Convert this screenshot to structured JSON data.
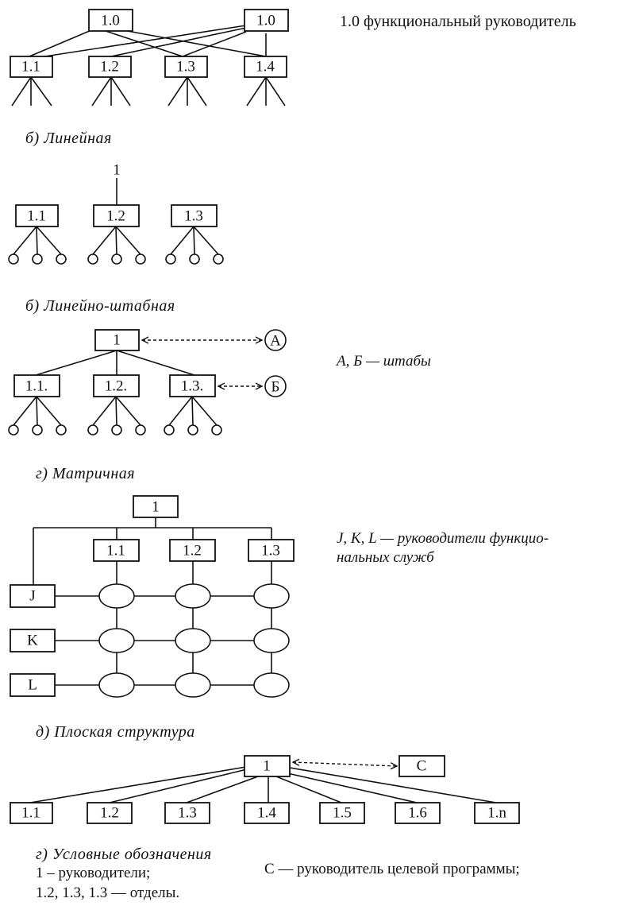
{
  "functional": {
    "top": [
      "1.0",
      "1.0"
    ],
    "bottom": [
      "1.1",
      "1.2",
      "1.3",
      "1.4"
    ],
    "note": "1.0 функциональный руководитель"
  },
  "linear": {
    "caption": "б) Линейная",
    "top": "1",
    "boxes": [
      "1.1",
      "1.2",
      "1.3"
    ]
  },
  "line_staff": {
    "caption": "б) Линейно-штабная",
    "top": "1",
    "boxes": [
      "1.1.",
      "1.2.",
      "1.3."
    ],
    "staff": [
      "A",
      "Б"
    ],
    "note": "A, Б — штабы"
  },
  "matrix": {
    "caption": "г) Матричная",
    "top": "1",
    "columns": [
      "1.1",
      "1.2",
      "1.3"
    ],
    "rows": [
      "J",
      "K",
      "L"
    ],
    "note_line1": "J, K, L — руководители функцио-",
    "note_line2": "нальных служб"
  },
  "flat": {
    "caption": "д) Плоская структура",
    "top": "1",
    "side": "C",
    "boxes": [
      "1.1",
      "1.2",
      "1.3",
      "1.4",
      "1.5",
      "1.6",
      "1.n"
    ]
  },
  "legend": {
    "caption": "г) Условные обозначения",
    "line1": "1 – руководители;",
    "line2": "1.2, 1.3, 1.3 — отделы.",
    "line3": "С — руководитель целевой программы;"
  }
}
